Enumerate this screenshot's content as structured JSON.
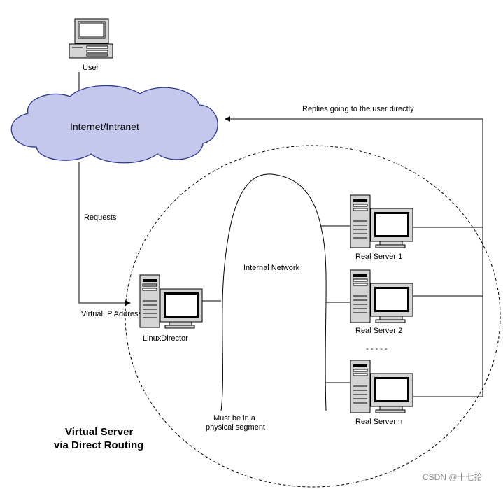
{
  "labels": {
    "user": "User",
    "cloud": "Internet/Intranet",
    "replies": "Replies going to the user directly",
    "requests": "Requests",
    "vip": "Virtual IP Address",
    "director": "LinuxDirector",
    "internal": "Internal Network",
    "rs1": "Real Server 1",
    "rs2": "Real Server 2",
    "ellipsis": "- - - - -",
    "rsn": "Real Server n",
    "segment_line1": "Must be in a",
    "segment_line2": "physical segment",
    "title_line1": "Virtual Server",
    "title_line2": "via Direct Routing",
    "watermark": "CSDN @十七拾"
  },
  "colors": {
    "cloud_fill": "#c4c8ec",
    "cloud_stroke": "#2f3a8a",
    "screen": "#ffffff",
    "computer_body": "#d4d4d4"
  }
}
